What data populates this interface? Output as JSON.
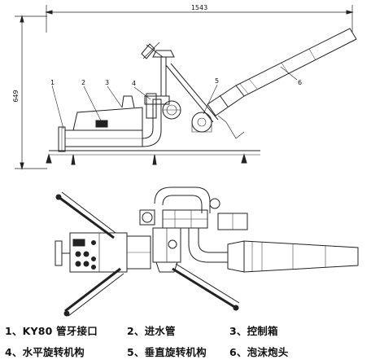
{
  "dimensions": {
    "width_label": "1543",
    "height_label": "649"
  },
  "callouts": [
    "1",
    "2",
    "3",
    "4",
    "5",
    "6"
  ],
  "legend": [
    {
      "num": "1、",
      "text": "KY80 管牙接口"
    },
    {
      "num": "2、",
      "text": "进水管"
    },
    {
      "num": "3、",
      "text": "控制箱"
    },
    {
      "num": "4、",
      "text": "水平旋转机构"
    },
    {
      "num": "5、",
      "text": "垂直旋转机构"
    },
    {
      "num": "6、",
      "text": "泡沫炮头"
    }
  ]
}
